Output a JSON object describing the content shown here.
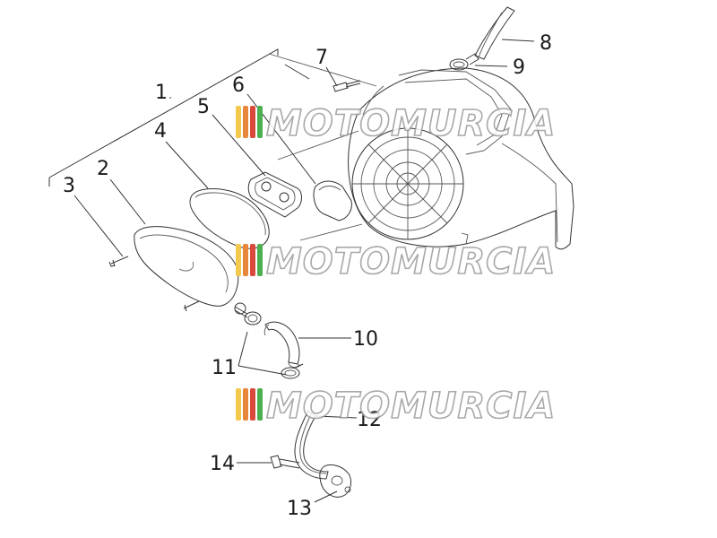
{
  "diagram": {
    "parts": [
      {
        "id": "1",
        "label": "1"
      },
      {
        "id": "2",
        "label": "2"
      },
      {
        "id": "3",
        "label": "3"
      },
      {
        "id": "4",
        "label": "4"
      },
      {
        "id": "5",
        "label": "5"
      },
      {
        "id": "6",
        "label": "6"
      },
      {
        "id": "7",
        "label": "7"
      },
      {
        "id": "8",
        "label": "8"
      },
      {
        "id": "9",
        "label": "9"
      },
      {
        "id": "10",
        "label": "10"
      },
      {
        "id": "11",
        "label": "11"
      },
      {
        "id": "12",
        "label": "12"
      },
      {
        "id": "13",
        "label": "13"
      },
      {
        "id": "14",
        "label": "14"
      }
    ]
  },
  "watermark": {
    "text": "MOTOMURCIA",
    "colors": [
      "#f2c94c",
      "#e8863a",
      "#d94a3a",
      "#4caf50"
    ]
  }
}
